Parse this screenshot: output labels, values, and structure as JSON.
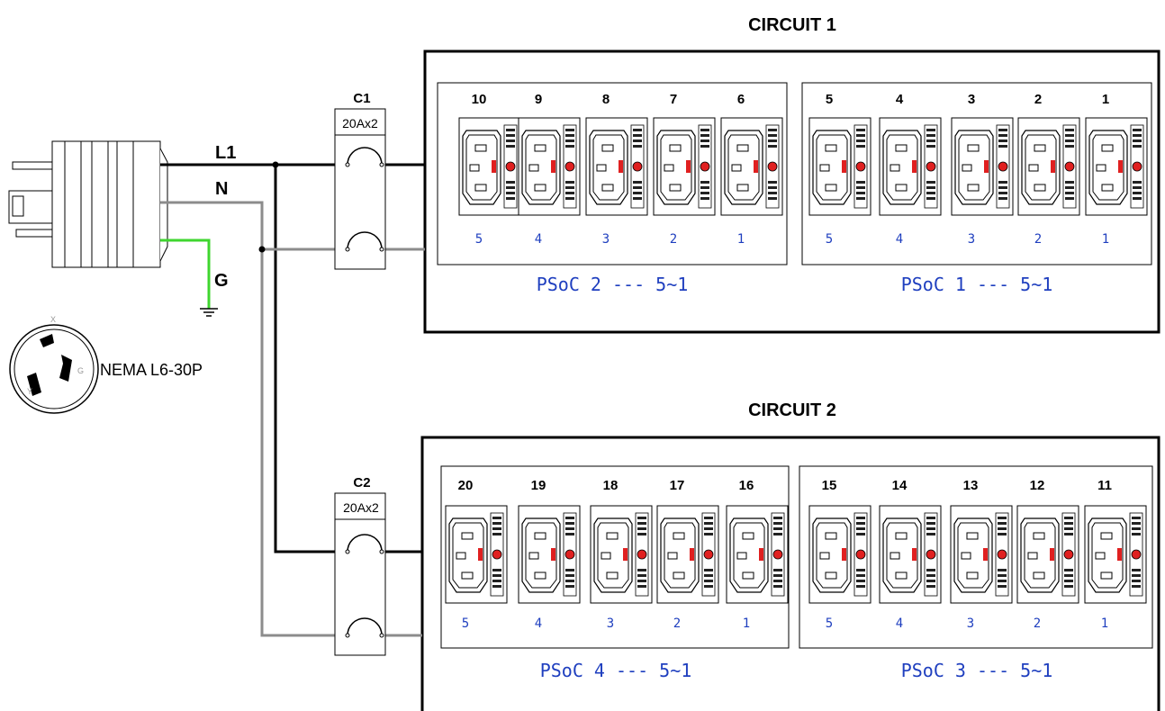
{
  "circuit1": {
    "title": "CIRCUIT 1"
  },
  "circuit2": {
    "title": "CIRCUIT 2"
  },
  "breaker1": {
    "name": "C1",
    "rating": "20Ax2"
  },
  "breaker2": {
    "name": "C2",
    "rating": "20Ax2"
  },
  "wires": {
    "l1": "L1",
    "n": "N",
    "g": "G"
  },
  "plug": {
    "label": "NEMA L6-30P"
  },
  "groups": [
    {
      "label": "PSoC 2 --- 5~1",
      "outlets": [
        "10",
        "9",
        "8",
        "7",
        "6"
      ],
      "ports": [
        "5",
        "4",
        "3",
        "2",
        "1"
      ]
    },
    {
      "label": "PSoC 1 --- 5~1",
      "outlets": [
        "5",
        "4",
        "3",
        "2",
        "1"
      ],
      "ports": [
        "5",
        "4",
        "3",
        "2",
        "1"
      ]
    },
    {
      "label": "PSoC 4 --- 5~1",
      "outlets": [
        "20",
        "19",
        "18",
        "17",
        "16"
      ],
      "ports": [
        "5",
        "4",
        "3",
        "2",
        "1"
      ]
    },
    {
      "label": "PSoC 3 --- 5~1",
      "outlets": [
        "15",
        "14",
        "13",
        "12",
        "11"
      ],
      "ports": [
        "5",
        "4",
        "3",
        "2",
        "1"
      ]
    }
  ],
  "colors": {
    "line": "#000000",
    "neutral": "#8c8c8c",
    "ground": "#3fd62f",
    "led": "#e02020",
    "label": "#1f3fbf"
  }
}
